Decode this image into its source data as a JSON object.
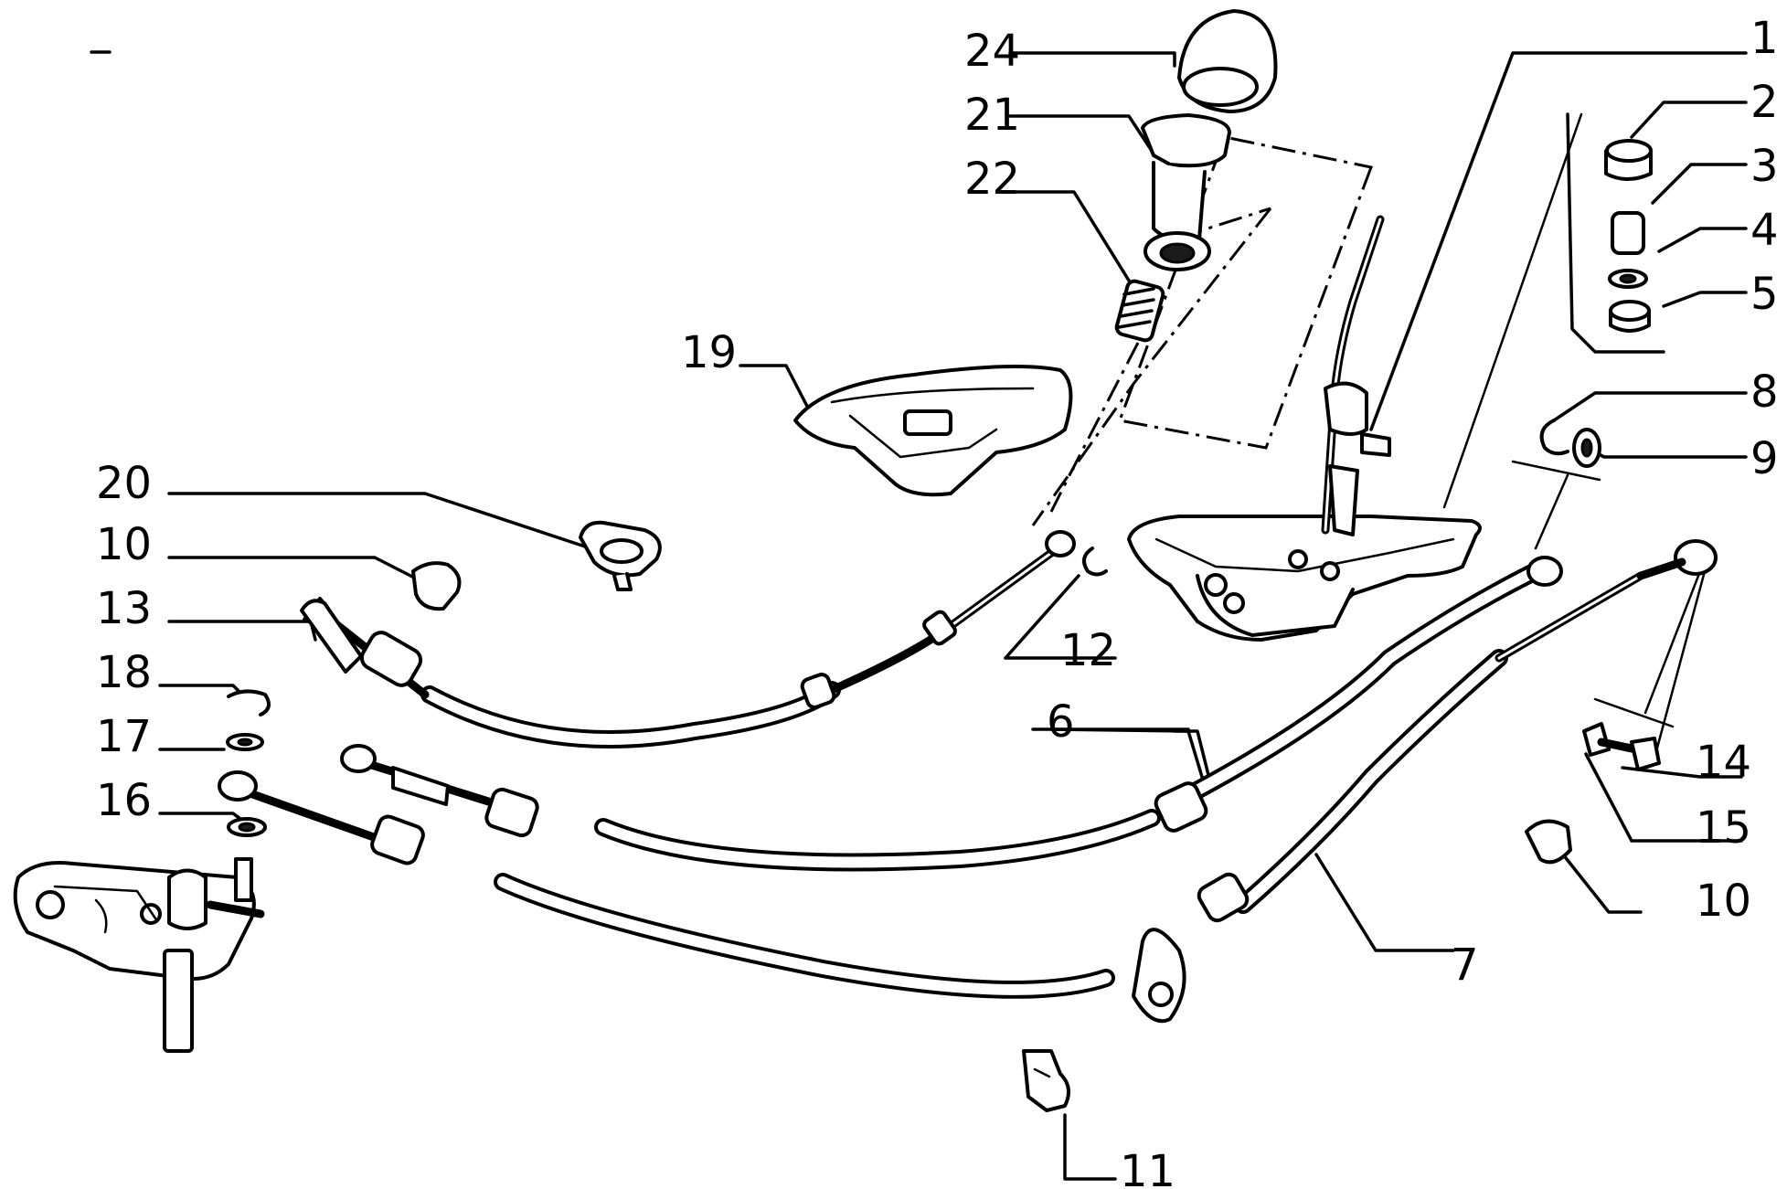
{
  "diagram": {
    "callouts": [
      {
        "id": "n24",
        "text": "24"
      },
      {
        "id": "n21",
        "text": "21"
      },
      {
        "id": "n22",
        "text": "22"
      },
      {
        "id": "n19",
        "text": "19"
      },
      {
        "id": "n20",
        "text": "20"
      },
      {
        "id": "n10a",
        "text": "10"
      },
      {
        "id": "n13",
        "text": "13"
      },
      {
        "id": "n18",
        "text": "18"
      },
      {
        "id": "n17",
        "text": "17"
      },
      {
        "id": "n16",
        "text": "16"
      },
      {
        "id": "n12",
        "text": "12"
      },
      {
        "id": "n6",
        "text": "6"
      },
      {
        "id": "n7",
        "text": "7"
      },
      {
        "id": "n11",
        "text": "11"
      },
      {
        "id": "n1",
        "text": "1"
      },
      {
        "id": "n2",
        "text": "2"
      },
      {
        "id": "n3",
        "text": "3"
      },
      {
        "id": "n4",
        "text": "4"
      },
      {
        "id": "n5",
        "text": "5"
      },
      {
        "id": "n8",
        "text": "8"
      },
      {
        "id": "n9",
        "text": "9"
      },
      {
        "id": "n14",
        "text": "14"
      },
      {
        "id": "n15",
        "text": "15"
      },
      {
        "id": "n10b",
        "text": "10"
      }
    ]
  }
}
